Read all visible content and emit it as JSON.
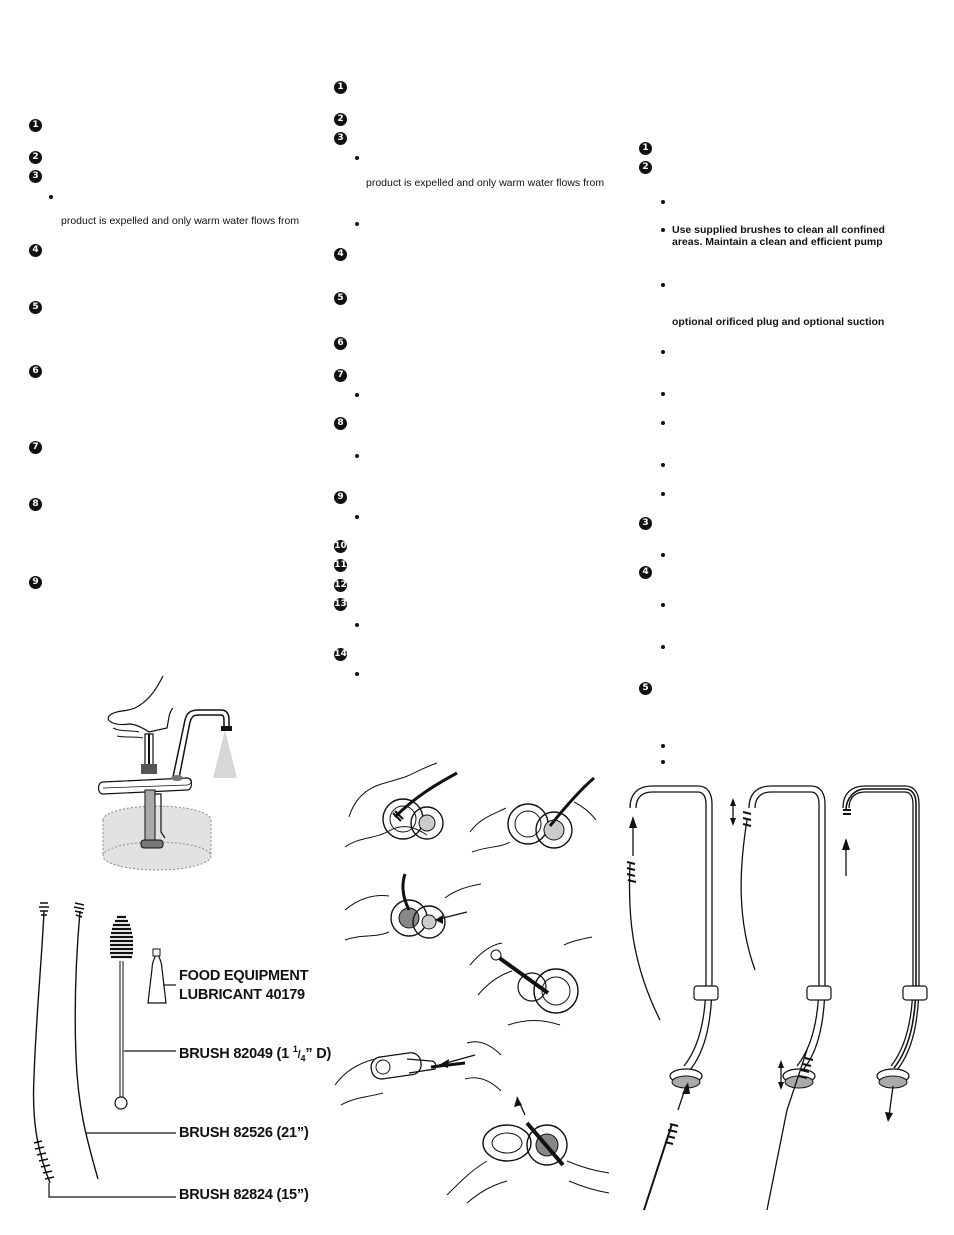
{
  "col1": {
    "steps": [
      "1",
      "2",
      "3",
      "4",
      "5",
      "6",
      "7",
      "8",
      "9"
    ],
    "text_line": "product is expelled and only warm water flows from"
  },
  "col2": {
    "steps": [
      "1",
      "2",
      "3",
      "4",
      "5",
      "6",
      "7",
      "8",
      "9",
      "10",
      "11",
      "12",
      "13",
      "14"
    ],
    "text_line": "product is expelled and only warm water flows from"
  },
  "col3": {
    "steps": [
      "1",
      "2",
      "3",
      "4",
      "5"
    ],
    "bold_line_1": "Use supplied brushes to clean all confined",
    "bold_line_2": "areas. Maintain a clean and efficient pump",
    "bold_line_3": "optional orificed plug and optional suction"
  },
  "labels": {
    "lubricant_1": "FOOD EQUIPMENT",
    "lubricant_2": "LUBRICANT 40179",
    "brush_82049": "BRUSH 82049 (1 ",
    "brush_82049_frac_num": "1",
    "brush_82049_frac_sep": "/",
    "brush_82049_frac_den": "4",
    "brush_82049_end": "” D)",
    "brush_82526": "BRUSH 82526 (21”)",
    "brush_82824": "BRUSH 82824 (15”)"
  }
}
